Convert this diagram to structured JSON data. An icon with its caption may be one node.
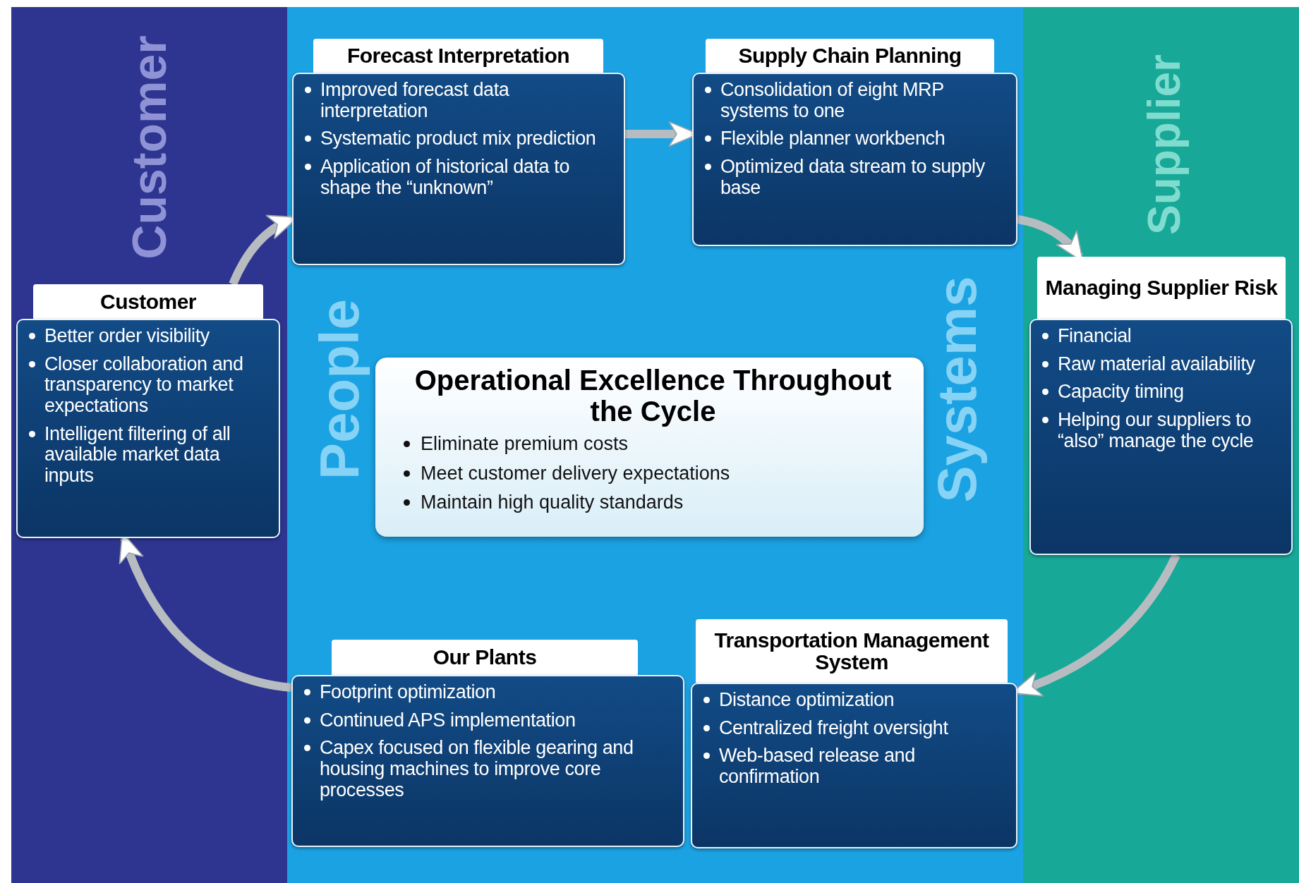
{
  "diagram": {
    "nodes": [
      {
        "text": [
          "Forecast Interpretation",
          "Improved forecast data interpretation",
          "Systematic product mix prediction",
          "Application of historical data to shape the “unknown”"
        ]
      },
      {
        "text": [
          "Supply Chain Planning",
          "Consolidation of eight MRP systems to one",
          "Flexible planner workbench",
          "Optimized data stream to supply base"
        ]
      },
      {
        "text": [
          "Customer",
          "Better order visibility",
          "Closer collaboration and transparency to market expectations",
          "Intelligent filtering of all available market data inputs"
        ]
      },
      {
        "text": [
          "Managing Supplier Risk",
          "Financial",
          "Raw material availability",
          "Capacity timing",
          "Helping our suppliers to “also” manage the cycle"
        ]
      },
      {
        "text": [
          "Operational Excellence Throughout the Cycle",
          "Eliminate premium costs",
          "Meet customer delivery expectations",
          "Maintain high quality standards"
        ]
      },
      {
        "text": [
          "Our Plants",
          "Footprint optimization",
          "Continued APS implementation",
          "Capex focused on flexible gearing and housing machines to improve core processes"
        ]
      },
      {
        "text": [
          "Transportation Management System",
          "Distance optimization",
          "Centralized freight oversight",
          "Web-based release and confirmation"
        ]
      }
    ],
    "edges": [
      {
        "from": 2,
        "to": 0,
        "arrow": "to"
      },
      {
        "from": 0,
        "to": 1,
        "arrow": "to"
      },
      {
        "from": 1,
        "to": 3,
        "arrow": "to"
      },
      {
        "from": 3,
        "to": 6,
        "arrow": "to"
      },
      {
        "from": 5,
        "to": 2,
        "arrow": "to"
      }
    ],
    "labels": [
      "Customer",
      "People",
      "Systems",
      "Supplier"
    ]
  }
}
